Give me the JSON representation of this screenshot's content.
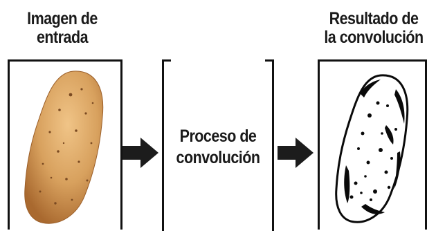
{
  "input_label": {
    "line1": "Imagen de",
    "line2": "entrada"
  },
  "process_label": {
    "line1": "Proceso de",
    "line2": "convolución"
  },
  "output_label": {
    "line1": "Resultado de",
    "line2": "la convolución"
  },
  "icons": {
    "arrow_1": "right-arrow-icon",
    "arrow_2": "right-arrow-icon",
    "input_image": "potato-color-image",
    "output_image": "potato-edge-map-image"
  },
  "colors": {
    "ink": "#111111",
    "potato_skin": "#d8a15e",
    "potato_shadow": "#b97a3c",
    "background": "#ffffff"
  }
}
